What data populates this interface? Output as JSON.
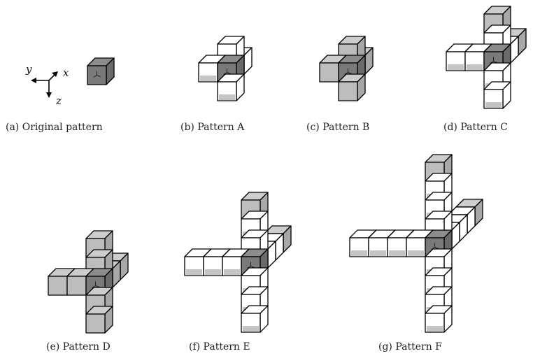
{
  "axes_labels": {
    "x": "x",
    "y": "y",
    "z": "z"
  },
  "panels": [
    {
      "id": "a",
      "caption": "(a) Original pattern"
    },
    {
      "id": "b",
      "caption": "(b) Pattern A"
    },
    {
      "id": "c",
      "caption": "(c) Pattern B"
    },
    {
      "id": "d",
      "caption": "(d) Pattern C"
    },
    {
      "id": "e",
      "caption": "(e) Pattern D"
    },
    {
      "id": "f",
      "caption": "(f) Pattern E"
    },
    {
      "id": "g",
      "caption": "(g) Pattern F"
    }
  ],
  "colors": {
    "outline": "#000000",
    "center_front": "#7a7a7a",
    "center_top": "#8c8c8c",
    "center_side": "#6a6a6a",
    "gray_front": "#bdbdbd",
    "gray_top": "#cdcdcd",
    "gray_side": "#a8a8a8",
    "white_front": "#ffffff",
    "white_top": "#ffffff",
    "white_side": "#ffffff",
    "shade": "#c4c4c4"
  }
}
